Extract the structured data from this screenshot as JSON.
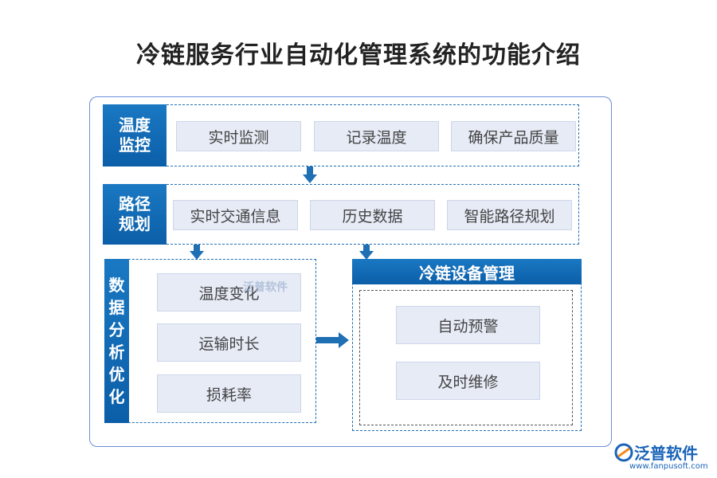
{
  "title": "冷链服务行业自动化管理系统的功能介绍",
  "sections": {
    "temperature": {
      "head_line1": "温度",
      "head_line2": "监控",
      "items": [
        "实时监测",
        "记录温度",
        "确保产品质量"
      ]
    },
    "route": {
      "head_line1": "路径",
      "head_line2": "规划",
      "items": [
        "实时交通信息",
        "历史数据",
        "智能路径规划"
      ]
    },
    "analysis": {
      "head_chars": [
        "数",
        "据",
        "分",
        "析",
        "优",
        "化"
      ],
      "items": [
        "温度变化",
        "运输时长",
        "损耗率"
      ]
    },
    "equipment": {
      "head": "冷链设备管理",
      "items": [
        "自动预警",
        "及时维修"
      ]
    }
  },
  "watermark": "泛普软件",
  "logo": {
    "text": "泛普软件",
    "url": "www.fanpusoft.com"
  },
  "colors": {
    "accent": "#0c5ea8",
    "item_bg": "#e6ebf6",
    "outer_border": "#6b8ed6"
  }
}
